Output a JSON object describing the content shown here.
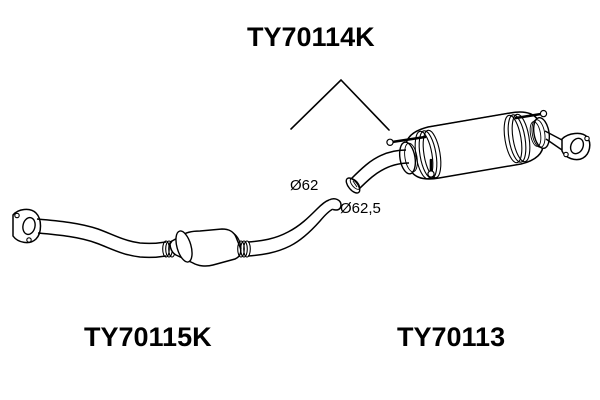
{
  "diagram": {
    "type": "exhaust-system-parts-illustration",
    "background_color": "#ffffff",
    "line_color": "#000000",
    "title_label": "TY70114K",
    "labels": {
      "top": "TY70114K",
      "bottom_left": "TY70115K",
      "bottom_right": "TY70113"
    },
    "dimensions": {
      "pipe_front": "Ø62",
      "pipe_rear": "Ø62,5"
    },
    "parts": [
      {
        "code": "TY70114K",
        "name": "connecting-pipe",
        "position": "center",
        "note": "indicated by chevron leader line pointing to pipe junction"
      },
      {
        "code": "TY70115K",
        "name": "front-pipe-with-catalytic-converter",
        "position": "lower-left"
      },
      {
        "code": "TY70113",
        "name": "rear-muffler-silencer",
        "position": "upper-right"
      }
    ]
  }
}
